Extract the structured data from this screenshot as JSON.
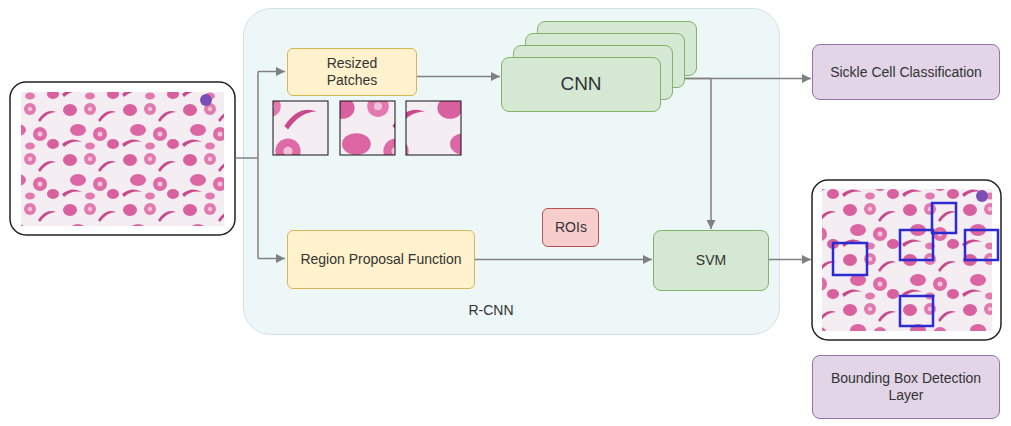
{
  "diagram": {
    "nodes": [
      {
        "text": [
          "R-CNN"
        ]
      },
      {
        "text": [
          "Resized Patches"
        ],
        "in": 0
      },
      {
        "text": [
          "CNN"
        ],
        "in": 0
      },
      {
        "text": [
          "Region Proposal Function"
        ],
        "in": 0
      },
      {
        "text": [
          "ROIs"
        ],
        "in": 0
      },
      {
        "text": [
          "SVM"
        ],
        "in": 0
      },
      {
        "text": [
          "Sickle Cell Classification"
        ]
      },
      {
        "text": [
          "Bounding Box Detection Layer"
        ]
      }
    ],
    "edges": [
      {
        "from": 1,
        "to": 2,
        "arrow": "to"
      },
      {
        "from": 2,
        "to": 6,
        "arrow": "to"
      },
      {
        "from": 2,
        "to": 5,
        "arrow": "to"
      },
      {
        "from": 3,
        "to": 5,
        "arrow": "to"
      }
    ]
  }
}
